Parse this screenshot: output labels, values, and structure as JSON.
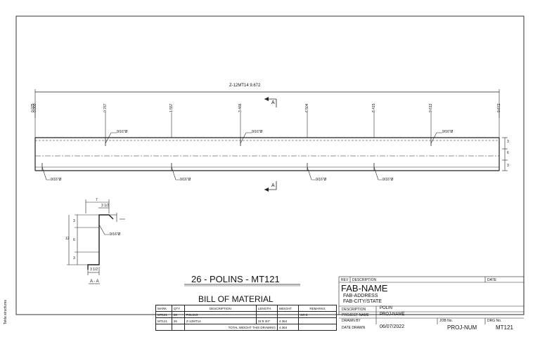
{
  "drawing": {
    "span_label": "Z-12MT14  9.672",
    "section_mark": "A",
    "hole_callout": "9/16\"Ø",
    "stations": [
      "0.000",
      "0.767",
      "1.557",
      "3.466",
      "6.504",
      "8.415",
      "9.612",
      "9.672"
    ],
    "stations_first_offset": "0.025",
    "height_dims": [
      "3",
      "6",
      "3"
    ]
  },
  "section": {
    "title": "A - A",
    "width": "7",
    "lip": "3 1/2",
    "flange": "3 1/2",
    "height": "12",
    "height_parts": [
      "3",
      "6",
      "3"
    ]
  },
  "side_note": "Tekla structures",
  "heading": "26 - POLINS - MT121",
  "bom": {
    "title": "BILL OF MATERIAL",
    "headers": [
      "MARK",
      "QTY",
      "DESCRIPTION",
      "LENGTH",
      "WEIGHT",
      "REMARKS"
    ],
    "rows": [
      [
        "MT121",
        "26",
        "POLINS",
        "",
        "",
        "SO-3"
      ],
      [
        "MT121",
        "26",
        "Z-12MT14",
        "31'8 3/4\"",
        "4.364",
        ""
      ]
    ],
    "total_label": "TOTAL WEIGHT THIS DRAWING",
    "total_value": "4.364"
  },
  "title_block": {
    "rev_label": "REV",
    "desc_label": "DESCRIPTION",
    "date_label": "DATE",
    "fab_name": "FAB-NAME",
    "fab_address": "FAB-ADDRESS",
    "fab_city": "FAB-CITY/STATE",
    "description_label": "DESCRIPTION",
    "description_value": "POLIN",
    "project_label": "PROJECT NAME",
    "project_value": "PROJ-NAME",
    "drawn_by_label": "DRAWN BY",
    "job_label": "JOB No.",
    "drg_label": "DRG No.",
    "date_drawn_label": "DATE DRAWN",
    "date_drawn_value": "06/07/2022",
    "job_value": "PROJ-NUM",
    "drg_value": "MT121"
  }
}
